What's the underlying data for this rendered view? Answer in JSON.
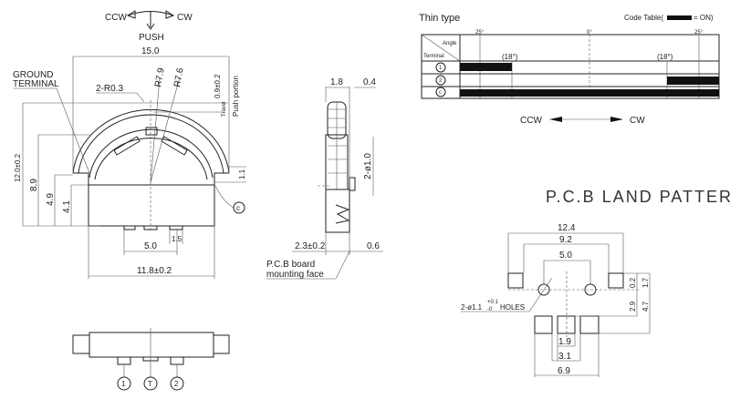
{
  "front_view": {
    "rotation": {
      "ccw": "CCW",
      "cw": "CW",
      "push": "PUSH"
    },
    "ground_terminal": [
      "GROUND",
      "TERMINAL"
    ],
    "dims": {
      "width_top": "15.0",
      "radius_small": "2-R0.3",
      "r79": "R7.9",
      "r76": "R7.6",
      "travel_val": "0.9±0.2",
      "travel": "Travel",
      "push_portion": "Push portion",
      "h120": "12.0±0.2",
      "h89": "8.9",
      "h49": "4.9",
      "h41": "4.1",
      "pitch": "5.0",
      "term_w": "1.5",
      "width_base": "11.8±0.2",
      "h11": "1.1"
    },
    "terminal_c": "c"
  },
  "side_view": {
    "dims": {
      "d18": "1.8",
      "d04": "0.4",
      "pins": "2-ø1.0",
      "d23": "2.3±0.2",
      "d06": "0.6"
    },
    "pcb_label": [
      "P.C.B board",
      "mounting face"
    ]
  },
  "bottom_view": {
    "terminals": [
      "1",
      "T",
      "2"
    ]
  },
  "code_table": {
    "title": "Thin type",
    "legend_prefix": "Code Table(",
    "legend_suffix": "= ON)",
    "header_angle": "Angle",
    "header_terminal": "Terminal",
    "angle_labels": [
      "25°",
      "0°",
      "25°"
    ],
    "sub_angle_labels": [
      "(18°)",
      "(18°)"
    ],
    "rows": [
      "1",
      "2",
      "c"
    ],
    "direction": {
      "ccw": "CCW",
      "cw": "CW"
    }
  },
  "land_pattern": {
    "title": "P.C.B LAND PATTERN",
    "dims": {
      "w124": "12.4",
      "w92": "9.2",
      "w50": "5.0",
      "w19": "1.9",
      "w31": "3.1",
      "w69": "6.9",
      "h02": "0.2",
      "h17": "1.7",
      "h29": "2.9",
      "h47": "4.7"
    },
    "holes_label": "2-ø1.1",
    "holes_tol_plus": "+0.1",
    "holes_tol_minus": "-0",
    "holes_suffix": "HOLES"
  }
}
